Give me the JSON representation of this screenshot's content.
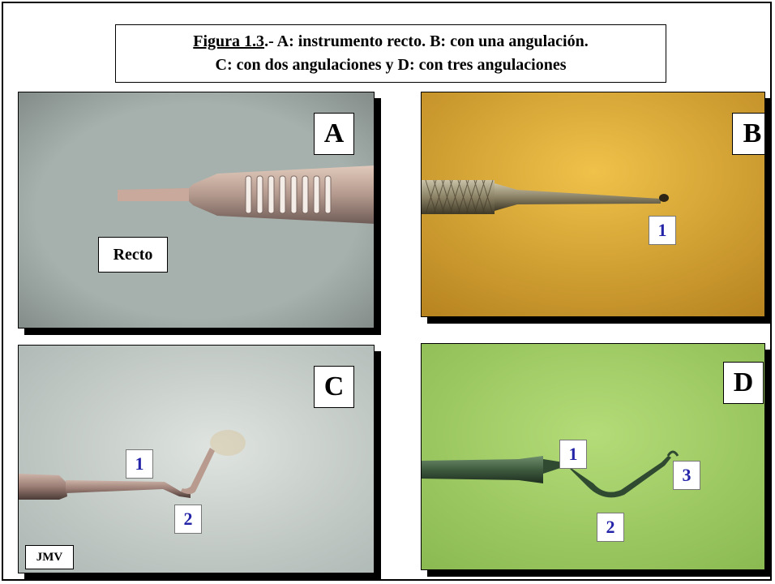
{
  "caption": {
    "figure_ref": "Figura 1.3",
    "line1_rest": ".- A: instrumento recto. B: con una angulación.",
    "line2": "C: con dos angulaciones y D: con tres angulaciones"
  },
  "panels": {
    "a": {
      "letter": "A",
      "label": "Recto",
      "background": "#a6b1ad"
    },
    "b": {
      "letter": "B",
      "marker1": "1",
      "background": "#d9aa3c"
    },
    "c": {
      "letter": "C",
      "marker1": "1",
      "marker2": "2",
      "watermark": "JMV",
      "background": "#c5cfcb"
    },
    "d": {
      "letter": "D",
      "marker1": "1",
      "marker2": "2",
      "marker3": "3",
      "background": "#a4cf6a"
    }
  },
  "colors": {
    "marker_text": "#2424a8",
    "frame": "#000000"
  }
}
